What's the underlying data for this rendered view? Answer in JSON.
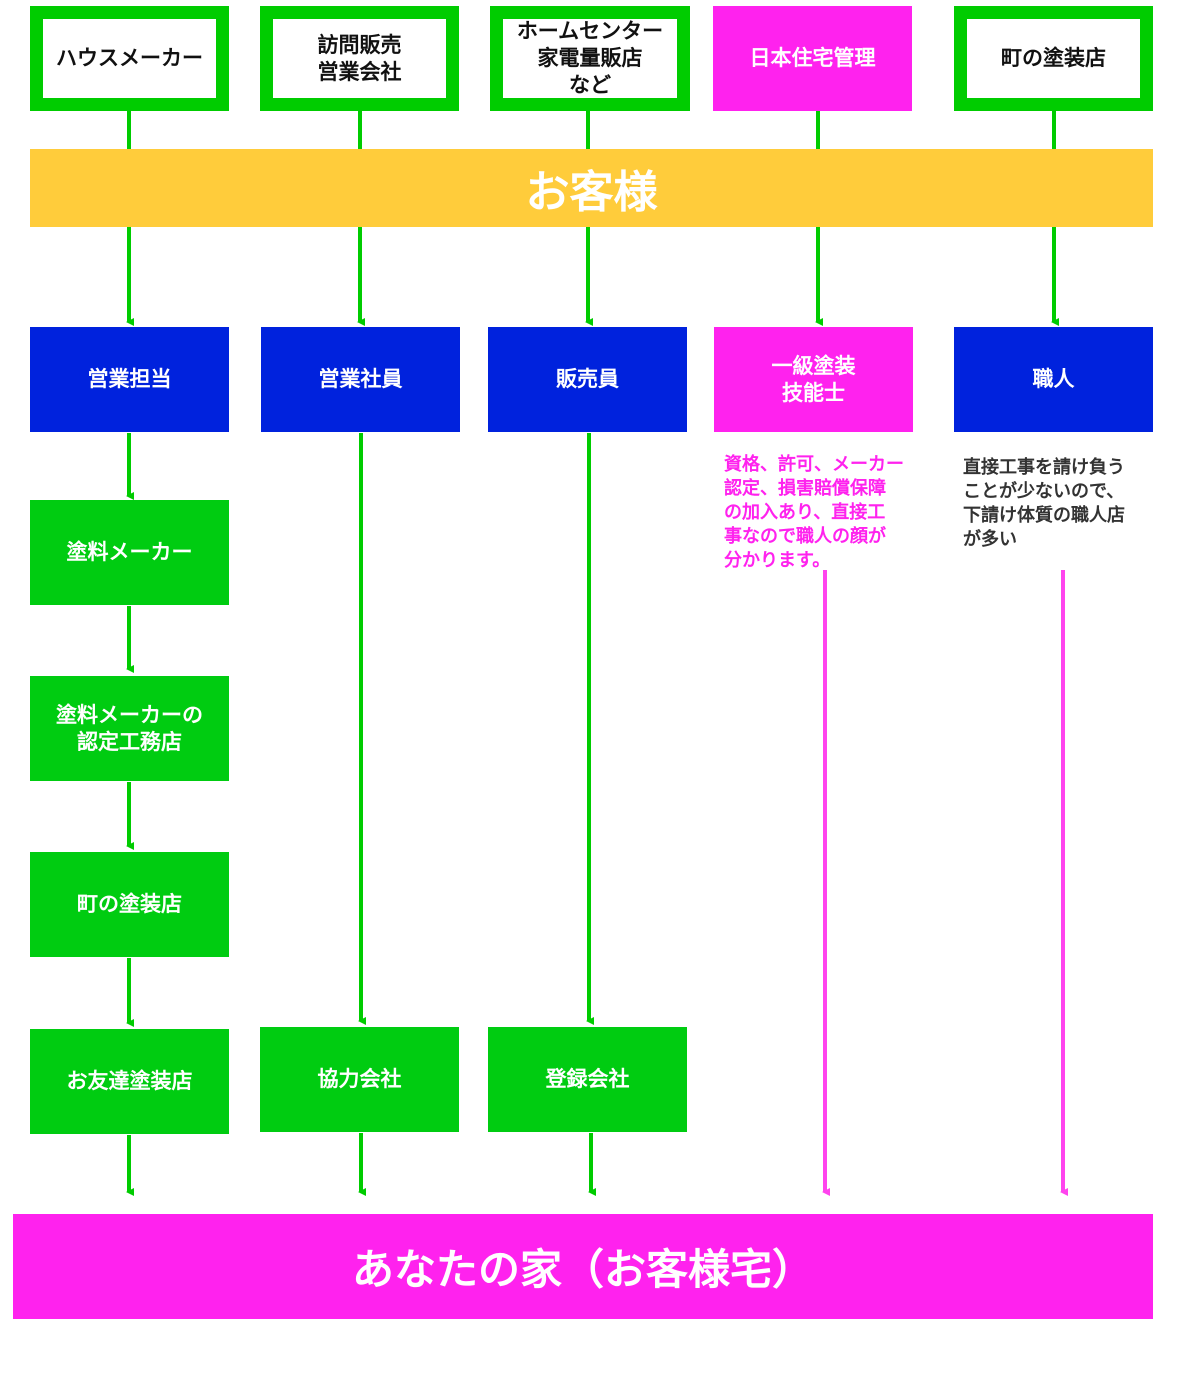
{
  "colors": {
    "green": "#00cc00",
    "green_fill": "#00cc11",
    "blue": "#0022dd",
    "magenta": "#ff22ee",
    "yellow": "#ffcc3b",
    "note_dark": "#333333"
  },
  "top_row": [
    {
      "label": "ハウスメーカー",
      "style": "outline"
    },
    {
      "label": "訪問販売\n営業会社",
      "style": "outline"
    },
    {
      "label": "ホームセンター\n家電量販店\nなど",
      "style": "outline"
    },
    {
      "label": "日本住宅管理",
      "style": "magenta"
    },
    {
      "label": "町の塗装店",
      "style": "outline"
    }
  ],
  "customer_band": "お客様",
  "columns": [
    {
      "header": "営業担当",
      "chain": [
        "塗料メーカー",
        "塗料メーカーの\n認定工務店",
        "町の塗装店",
        "お友達塗装店"
      ]
    },
    {
      "header": "営業社員",
      "chain": [
        "協力会社"
      ]
    },
    {
      "header": "販売員",
      "chain": [
        "登録会社"
      ]
    },
    {
      "header": "一級塗装\n技能士",
      "note": "資格、許可、メーカー\n認定、損害賠償保障\nの加入あり、直接工\n事なので職人の顔が\n分かります。"
    },
    {
      "header": "職人",
      "note": "直接工事を請け負う\nことが少ないので、\n下請け体質の職人店\nが多い"
    }
  ],
  "home_band": "あなたの家（お客様宅）"
}
